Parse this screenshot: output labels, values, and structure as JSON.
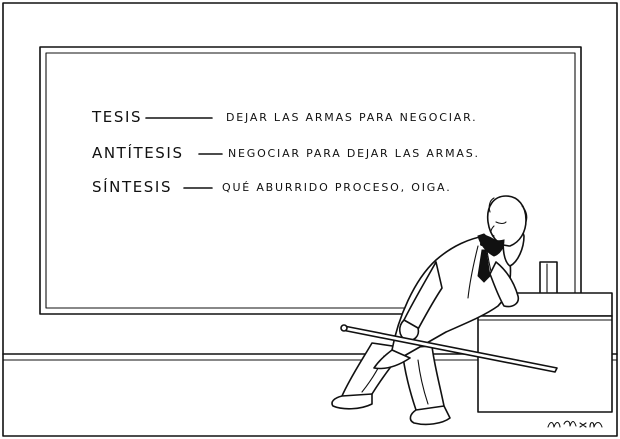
{
  "blackboard": {
    "lines": [
      {
        "term": "TESIS",
        "dash": "——",
        "text": "DEJAR LAS ARMAS PARA NEGOCIAR."
      },
      {
        "term": "ANTÍTESIS",
        "dash": "—",
        "text": "NEGOCIAR PARA DEJAR LAS ARMAS."
      },
      {
        "term": "SÍNTESIS",
        "dash": "—",
        "text": "QUÉ ABURRIDO PROCESO, OIGA."
      }
    ]
  },
  "signature": "Máximo"
}
